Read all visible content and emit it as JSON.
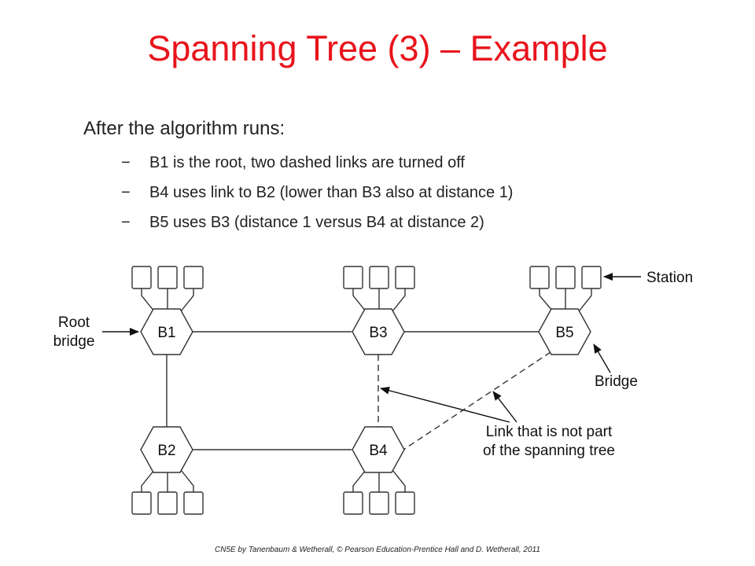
{
  "slide": {
    "title": "Spanning Tree (3) – Example",
    "lead": "After the algorithm runs:",
    "bullets": [
      "B1 is the root, two dashed links are turned off",
      "B4 uses link to B2 (lower than B3 also at distance 1)",
      "B5 uses B3 (distance 1 versus B4 at distance 2)"
    ],
    "bullet_marker": "−",
    "footer": "CN5E by Tanenbaum & Wetherall, © Pearson Education-Prentice Hall and D. Wetherall, 2011"
  },
  "diagram": {
    "bridges": [
      "B1",
      "B3",
      "B5",
      "B2",
      "B4"
    ],
    "labels": {
      "station": "Station",
      "root_line1": "Root",
      "root_line2": "bridge",
      "bridge": "Bridge",
      "link_line1": "Link that is not part",
      "link_line2": "of the spanning tree"
    }
  }
}
